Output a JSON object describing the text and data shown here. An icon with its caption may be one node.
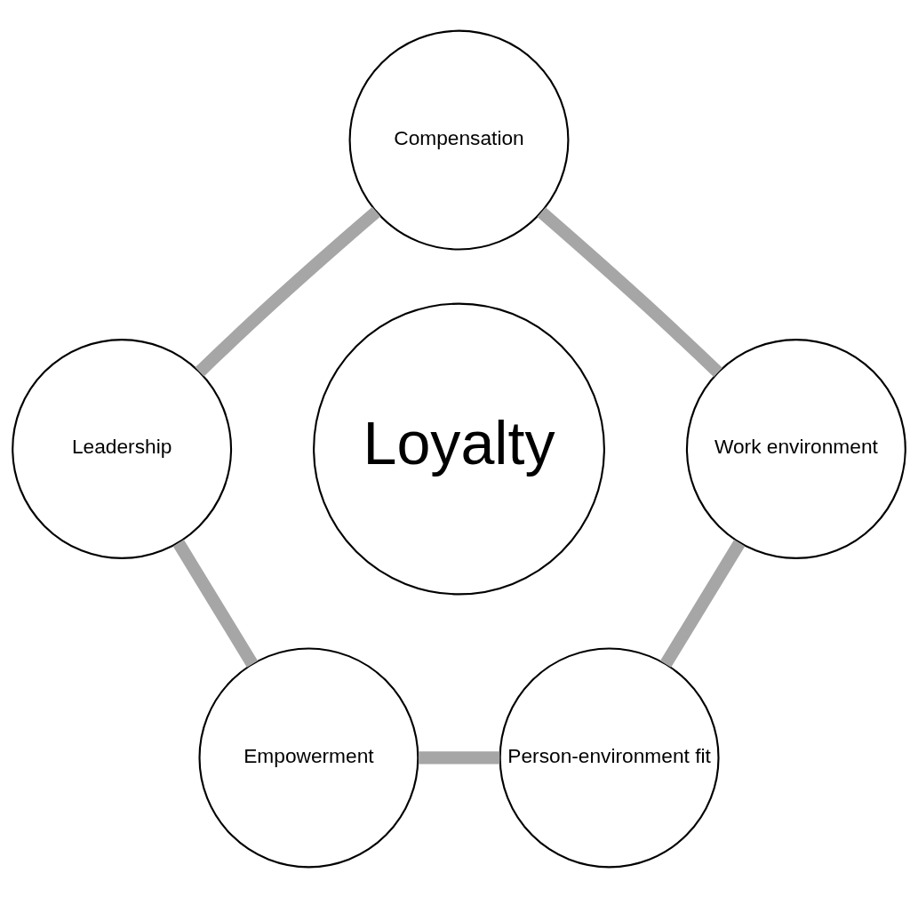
{
  "diagram": {
    "nodes": [
      {
        "text": [
          "Loyalty"
        ]
      },
      {
        "text": [
          "Compensation"
        ]
      },
      {
        "text": [
          "Work environment"
        ]
      },
      {
        "text": [
          "Person-environment fit"
        ]
      },
      {
        "text": [
          "Empowerment"
        ]
      },
      {
        "text": [
          "Leadership"
        ]
      }
    ],
    "edges": [
      {
        "from": 1,
        "to": 2,
        "arrow": "none"
      },
      {
        "from": 2,
        "to": 3,
        "arrow": "none"
      },
      {
        "from": 4,
        "to": 3,
        "arrow": "none"
      },
      {
        "from": 5,
        "to": 4,
        "arrow": "none"
      },
      {
        "from": 1,
        "to": 5,
        "arrow": "none"
      }
    ]
  }
}
